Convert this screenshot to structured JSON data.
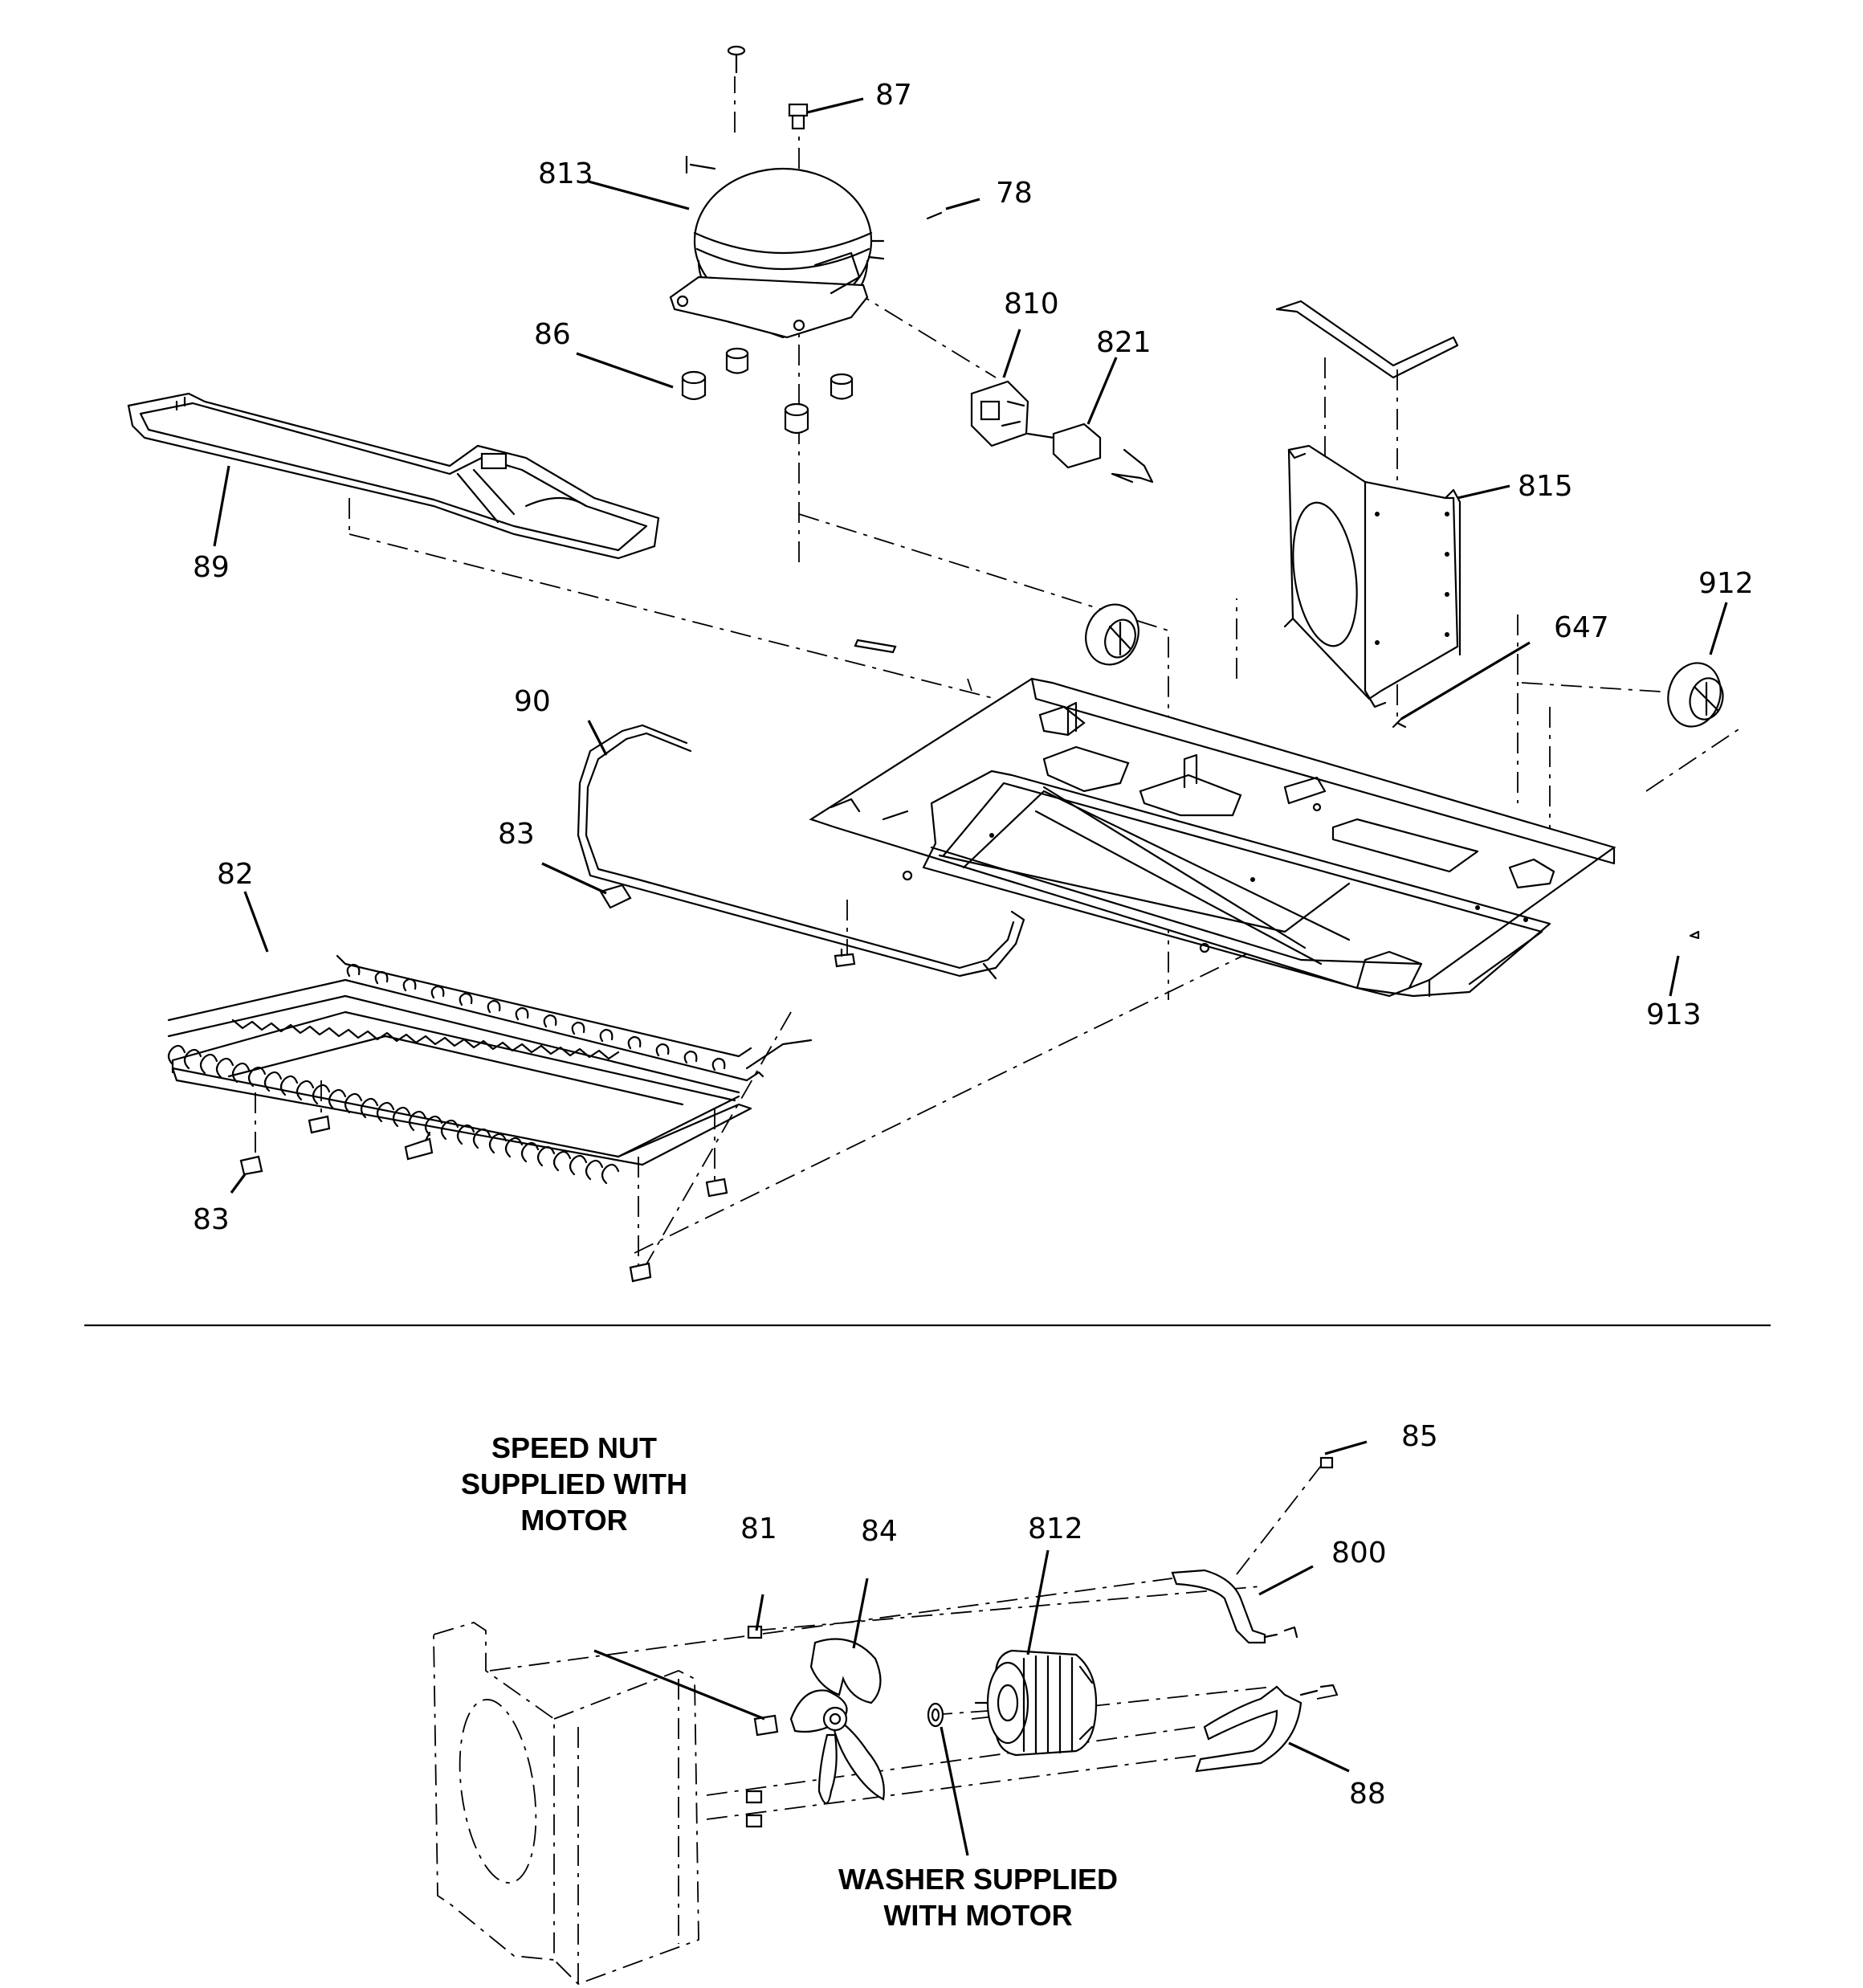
{
  "callouts": {
    "c87": "87",
    "c813": "813",
    "c78": "78",
    "c810": "810",
    "c821": "821",
    "c86": "86",
    "c89": "89",
    "c815": "815",
    "c912": "912",
    "c647": "647",
    "c90": "90",
    "c83a": "83",
    "c82": "82",
    "c913": "913",
    "c83b": "83",
    "c85": "85",
    "c81": "81",
    "c84": "84",
    "c812": "812",
    "c800": "800",
    "c88": "88"
  },
  "notes": {
    "speed_nut": [
      "SPEED NUT",
      "SUPPLIED WITH",
      "MOTOR"
    ],
    "washer": [
      "WASHER SUPPLIED",
      "WITH MOTOR"
    ]
  }
}
